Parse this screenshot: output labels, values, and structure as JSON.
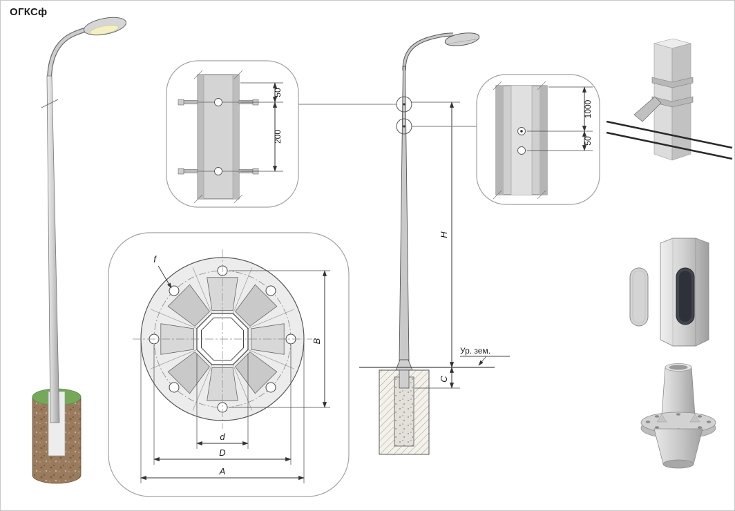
{
  "title": "ОГКСф",
  "panels": {
    "clamp_detail": {
      "dims": {
        "offset_top": "50",
        "spacing": "200"
      }
    },
    "hole_detail": {
      "dims": {
        "upper": "1000",
        "lower": "50"
      }
    },
    "flange_detail": {
      "dims": {
        "outer_diameter": "A",
        "bolt_circle": "D",
        "across_flats": "d",
        "bolt_span": "B",
        "hole": "f"
      }
    }
  },
  "elevation": {
    "dims": {
      "height": "H",
      "embed": "C"
    },
    "ground_label": "Ур. зем."
  },
  "colors": {
    "pole_gray": "#c8c8c8",
    "outline": "#555555",
    "dim_line": "#333333",
    "panel_border": "#a0a0a0",
    "grass_green": "#76a85a",
    "soil_brown": "#9a7b5e",
    "door_dark": "#41464d"
  }
}
